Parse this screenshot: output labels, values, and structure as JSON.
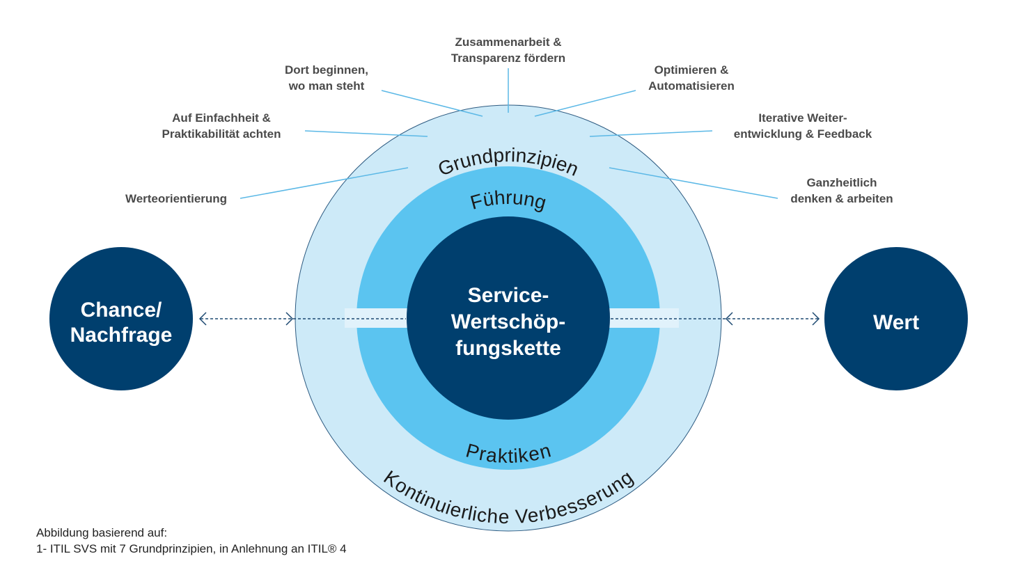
{
  "colors": {
    "outer": "#cdeaf8",
    "middle": "#5bc4f0",
    "dark": "#003f6e",
    "line": "#5bb8e6"
  },
  "rings": {
    "outer_top": "Grundprinzipien",
    "outer_bottom": "Kontinuierliche Verbesserung",
    "middle_top": "Führung",
    "middle_bottom": "Praktiken",
    "center": [
      "Service-",
      "Wertschöp-",
      "fungskette"
    ]
  },
  "input_node": [
    "Chance/",
    "Nachfrage"
  ],
  "output_node": "Wert",
  "principles": [
    {
      "lines": [
        "Zusammenarbeit &",
        "Transparenz fördern"
      ]
    },
    {
      "lines": [
        "Dort beginnen,",
        "wo man steht"
      ]
    },
    {
      "lines": [
        "Optimieren &",
        "Automatisieren"
      ]
    },
    {
      "lines": [
        "Auf Einfachheit &",
        "Praktikabilität achten"
      ]
    },
    {
      "lines": [
        "Iterative Weiter-",
        "entwicklung & Feedback"
      ]
    },
    {
      "lines": [
        "Werteorientierung"
      ]
    },
    {
      "lines": [
        "Ganzheitlich",
        "denken & arbeiten"
      ]
    }
  ],
  "footnote": [
    "Abbildung basierend auf:",
    "1- ITIL SVS mit 7 Grundprinzipien, in Anlehnung an ITIL® 4"
  ]
}
